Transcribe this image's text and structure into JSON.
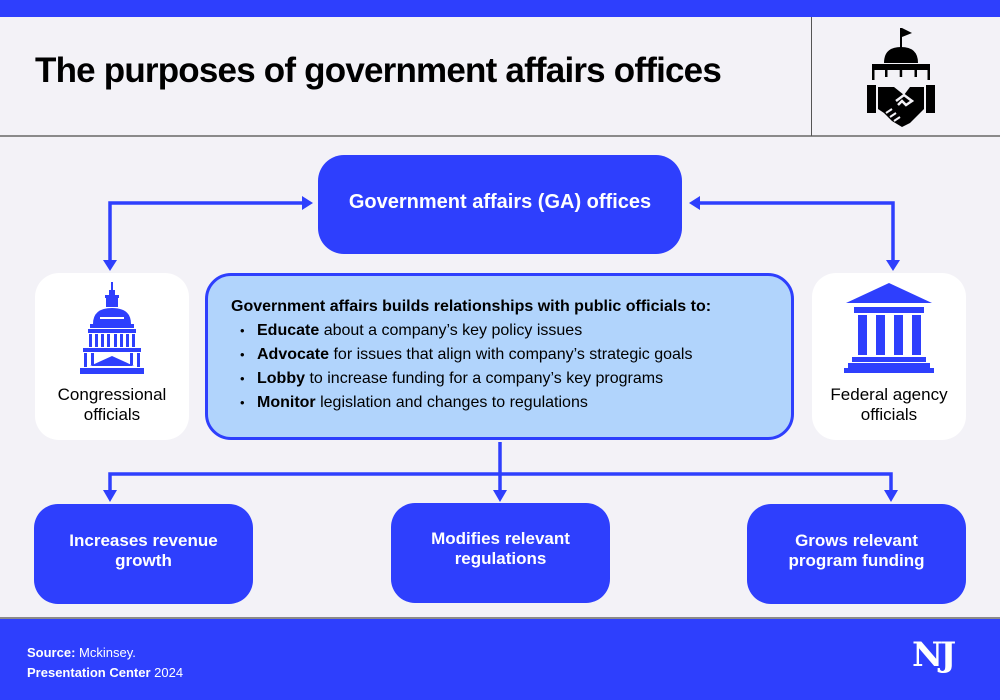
{
  "header": {
    "title": "The purposes of government affairs offices",
    "icon": "capitol-handshake-icon"
  },
  "diagram": {
    "top_node": {
      "label": "Government affairs (GA) offices"
    },
    "left_node": {
      "label": "Congressional officials",
      "line1": "Congressional",
      "line2": "officials",
      "icon": "capitol-dome-icon"
    },
    "right_node": {
      "label": "Federal agency officials",
      "line1": "Federal agency",
      "line2": "officials",
      "icon": "government-building-icon"
    },
    "center_node": {
      "lead": "Government affairs builds relationships with public officials to:",
      "bullets": [
        {
          "bold": "Educate",
          "text": " about a company’s key policy issues"
        },
        {
          "bold": "Advocate",
          "text": " for issues that align with company’s strategic goals"
        },
        {
          "bold": "Lobby",
          "text": " to increase funding for a company’s key programs"
        },
        {
          "bold": "Monitor",
          "text": " legislation and changes to regulations"
        }
      ]
    },
    "outcomes": [
      {
        "line1": "Increases revenue",
        "line2": "growth"
      },
      {
        "line1": "Modifies relevant",
        "line2": "regulations"
      },
      {
        "line1": "Grows relevant",
        "line2": "program funding"
      }
    ],
    "edges": [
      {
        "from": "left_node",
        "to": "top_node",
        "bidirectional": true
      },
      {
        "from": "right_node",
        "to": "top_node",
        "bidirectional": true
      },
      {
        "from": "center_node",
        "to": "outcomes.0"
      },
      {
        "from": "center_node",
        "to": "outcomes.1"
      },
      {
        "from": "center_node",
        "to": "outcomes.2"
      }
    ]
  },
  "footer": {
    "source_label": "Source:",
    "source_value": " Mckinsey.",
    "credit_label": "Presentation Center",
    "credit_year": " 2024",
    "logo": "NJ"
  },
  "colors": {
    "accent": "#2e3ffd",
    "center_fill": "#b1d4fc",
    "background": "#f3f2f7",
    "card": "#ffffff"
  }
}
